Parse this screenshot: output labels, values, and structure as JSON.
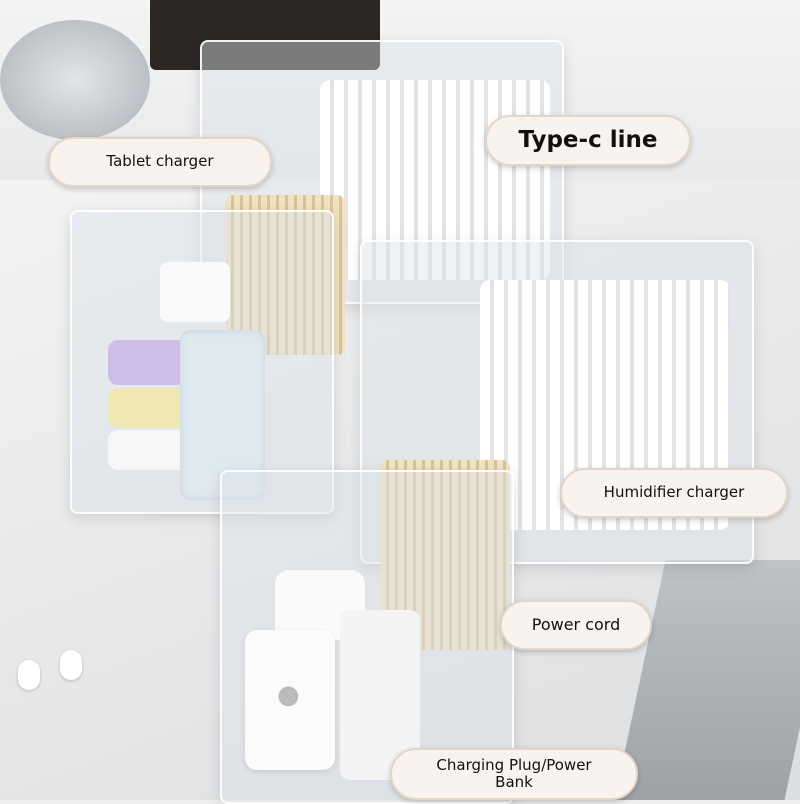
{
  "labels": {
    "tablet_charger": "Tablet charger",
    "type_c_line": "Type-c line",
    "humidifier_charger": "Humidifier charger",
    "power_cord": "Power cord",
    "charging_plug": "Charging Plug/Power Bank"
  },
  "colors": {
    "label_bg": "#f8f3ee",
    "label_border": "#e3d6c8"
  }
}
